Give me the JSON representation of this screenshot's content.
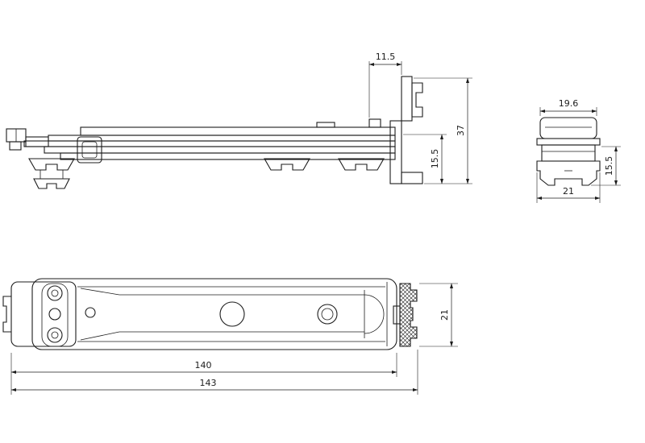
{
  "canvas": {
    "background_color": "#ffffff",
    "line_color": "#1c1c1c"
  },
  "side_view": {
    "dim_tab_offset": "11.5",
    "dim_total_height": "37",
    "dim_lower_height": "15.5"
  },
  "end_view": {
    "dim_top_width": "19.6",
    "dim_height": "15.5",
    "dim_bottom_width": "21"
  },
  "plan_view": {
    "dim_body_length": "140",
    "dim_total_length": "143",
    "dim_rail_height": "21"
  }
}
